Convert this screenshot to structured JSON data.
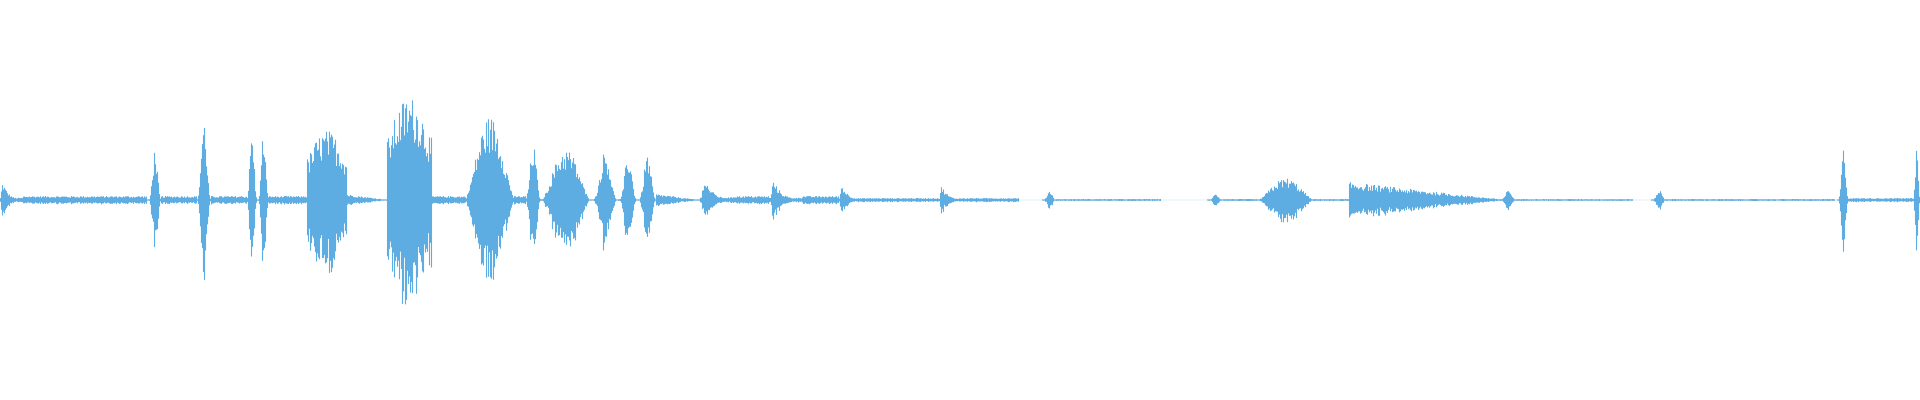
{
  "waveform": {
    "color": "#5dade2",
    "background": "#ffffff",
    "duration_fraction_unit": "timeline",
    "segments": [
      {
        "start": 0.0,
        "end": 0.012,
        "peak": 0.14,
        "shape": "burst"
      },
      {
        "start": 0.012,
        "end": 0.076,
        "peak": 0.02,
        "shape": "flat"
      },
      {
        "start": 0.077,
        "end": 0.084,
        "peak": 0.26,
        "shape": "spike"
      },
      {
        "start": 0.084,
        "end": 0.102,
        "peak": 0.02,
        "shape": "flat"
      },
      {
        "start": 0.102,
        "end": 0.11,
        "peak": 0.41,
        "shape": "spike"
      },
      {
        "start": 0.11,
        "end": 0.128,
        "peak": 0.02,
        "shape": "flat"
      },
      {
        "start": 0.128,
        "end": 0.14,
        "peak": 0.35,
        "shape": "double"
      },
      {
        "start": 0.14,
        "end": 0.16,
        "peak": 0.02,
        "shape": "flat"
      },
      {
        "start": 0.16,
        "end": 0.18,
        "peak": 0.35,
        "shape": "block"
      },
      {
        "start": 0.18,
        "end": 0.202,
        "peak": 0.03,
        "shape": "decay"
      },
      {
        "start": 0.202,
        "end": 0.224,
        "peak": 0.52,
        "shape": "block"
      },
      {
        "start": 0.224,
        "end": 0.242,
        "peak": 0.02,
        "shape": "flat"
      },
      {
        "start": 0.242,
        "end": 0.268,
        "peak": 0.42,
        "shape": "swell"
      },
      {
        "start": 0.268,
        "end": 0.273,
        "peak": 0.02,
        "shape": "flat"
      },
      {
        "start": 0.273,
        "end": 0.282,
        "peak": 0.28,
        "shape": "spike"
      },
      {
        "start": 0.282,
        "end": 0.307,
        "peak": 0.26,
        "shape": "swell"
      },
      {
        "start": 0.308,
        "end": 0.322,
        "peak": 0.25,
        "shape": "spike"
      },
      {
        "start": 0.322,
        "end": 0.342,
        "peak": 0.23,
        "shape": "double"
      },
      {
        "start": 0.342,
        "end": 0.364,
        "peak": 0.03,
        "shape": "decay"
      },
      {
        "start": 0.365,
        "end": 0.382,
        "peak": 0.17,
        "shape": "burst"
      },
      {
        "start": 0.382,
        "end": 0.4,
        "peak": 0.02,
        "shape": "flat"
      },
      {
        "start": 0.401,
        "end": 0.418,
        "peak": 0.15,
        "shape": "burst"
      },
      {
        "start": 0.418,
        "end": 0.436,
        "peak": 0.02,
        "shape": "flat"
      },
      {
        "start": 0.437,
        "end": 0.45,
        "peak": 0.12,
        "shape": "burst"
      },
      {
        "start": 0.45,
        "end": 0.488,
        "peak": 0.01,
        "shape": "flat"
      },
      {
        "start": 0.489,
        "end": 0.502,
        "peak": 0.11,
        "shape": "burst"
      },
      {
        "start": 0.502,
        "end": 0.53,
        "peak": 0.01,
        "shape": "flat"
      },
      {
        "start": 0.543,
        "end": 0.55,
        "peak": 0.05,
        "shape": "spike"
      },
      {
        "start": 0.55,
        "end": 0.604,
        "peak": 0.005,
        "shape": "flat"
      },
      {
        "start": 0.629,
        "end": 0.637,
        "peak": 0.03,
        "shape": "spike"
      },
      {
        "start": 0.637,
        "end": 0.654,
        "peak": 0.005,
        "shape": "flat"
      },
      {
        "start": 0.655,
        "end": 0.684,
        "peak": 0.11,
        "shape": "swell"
      },
      {
        "start": 0.684,
        "end": 0.703,
        "peak": 0.005,
        "shape": "flat"
      },
      {
        "start": 0.703,
        "end": 0.785,
        "peak": 0.09,
        "shape": "decay"
      },
      {
        "start": 0.781,
        "end": 0.79,
        "peak": 0.05,
        "shape": "spike"
      },
      {
        "start": 0.79,
        "end": 0.85,
        "peak": 0.005,
        "shape": "flat"
      },
      {
        "start": 0.86,
        "end": 0.868,
        "peak": 0.05,
        "shape": "spike"
      },
      {
        "start": 0.868,
        "end": 0.955,
        "peak": 0.005,
        "shape": "flat"
      },
      {
        "start": 0.957,
        "end": 0.963,
        "peak": 0.26,
        "shape": "spike"
      },
      {
        "start": 0.963,
        "end": 0.996,
        "peak": 0.01,
        "shape": "flat"
      },
      {
        "start": 0.996,
        "end": 1.0,
        "peak": 0.28,
        "shape": "spike"
      }
    ]
  }
}
